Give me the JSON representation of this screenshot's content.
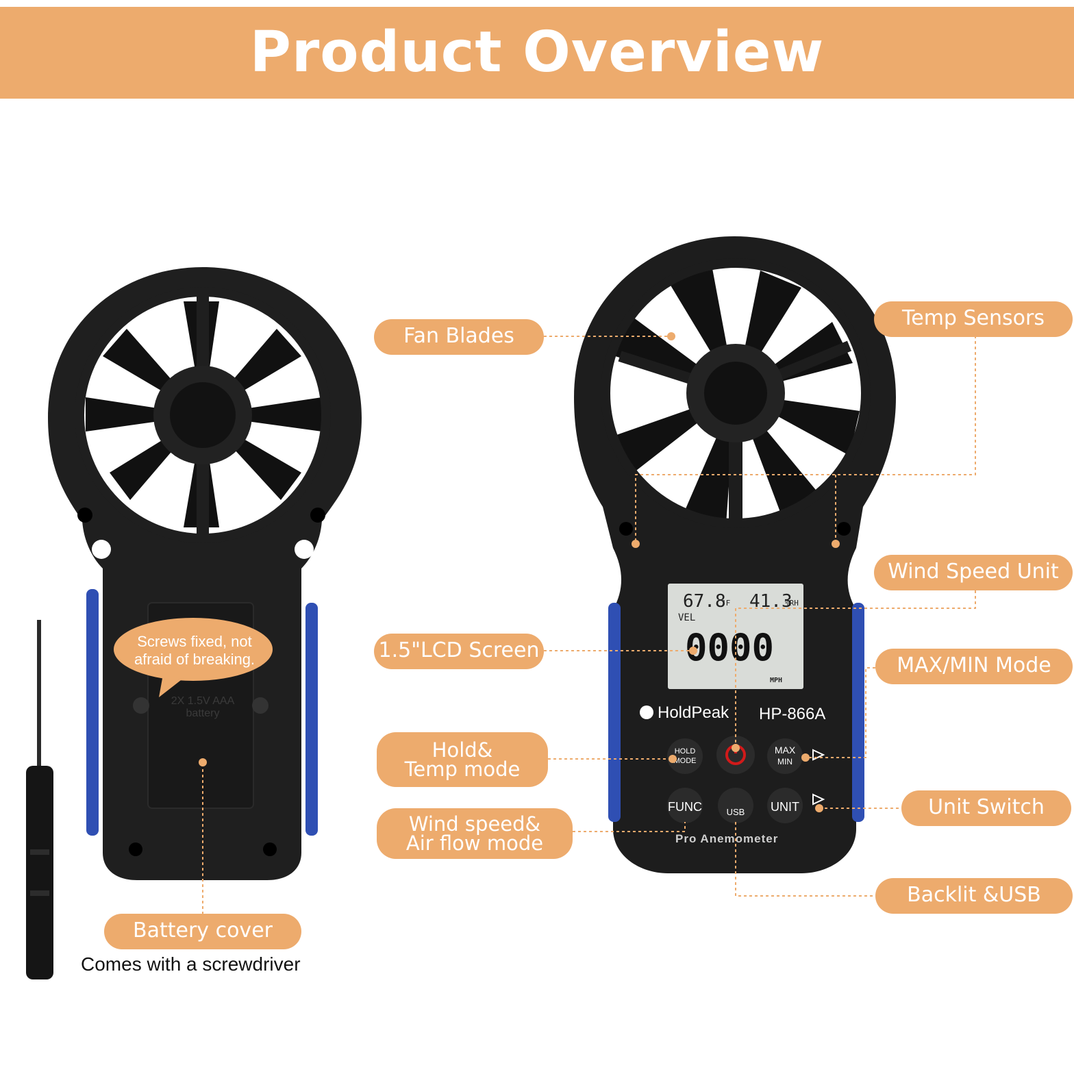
{
  "title": "Product Overview",
  "colors": {
    "accent": "#EDAB6D",
    "device": "#1c1c1c",
    "side_trim": "#2f4fb3",
    "lcd": "#d9dcd8"
  },
  "labels": {
    "fan_blades": "Fan Blades",
    "temp_sensors": "Temp Sensors",
    "wind_speed_unit": "Wind Speed Unit",
    "lcd_screen": "1.5\"LCD Screen",
    "max_min_mode": "MAX/MIN Mode",
    "hold_temp_line1": "Hold&",
    "hold_temp_line2": "Temp mode",
    "unit_switch": "Unit Switch",
    "wind_air_line1": "Wind speed&",
    "wind_air_line2": "Air flow mode",
    "backlit_usb": "Backlit &USB",
    "battery_cover": "Battery cover"
  },
  "bubble": {
    "line1": "Screws fixed, not",
    "line2": "afraid of breaking."
  },
  "caption": "Comes with a screwdriver",
  "device": {
    "lcd_temp": "67.8",
    "lcd_temp_unit": "°F",
    "lcd_humidity": "41.3",
    "lcd_humidity_unit": "%RH",
    "lcd_mode": "VEL",
    "lcd_reading": "0000",
    "lcd_unit": "MPH",
    "brand": "HoldPeak",
    "model": "HP-866A",
    "product_name": "Pro Anemometer",
    "battery_text_1": "2X 1.5V AAA",
    "battery_text_2": "battery",
    "buttons": {
      "hold_top": "HOLD",
      "hold_bottom": "MODE",
      "max": "MAX",
      "min": "MIN",
      "func": "FUNC",
      "usb": "USB",
      "unit": "UNIT"
    }
  }
}
